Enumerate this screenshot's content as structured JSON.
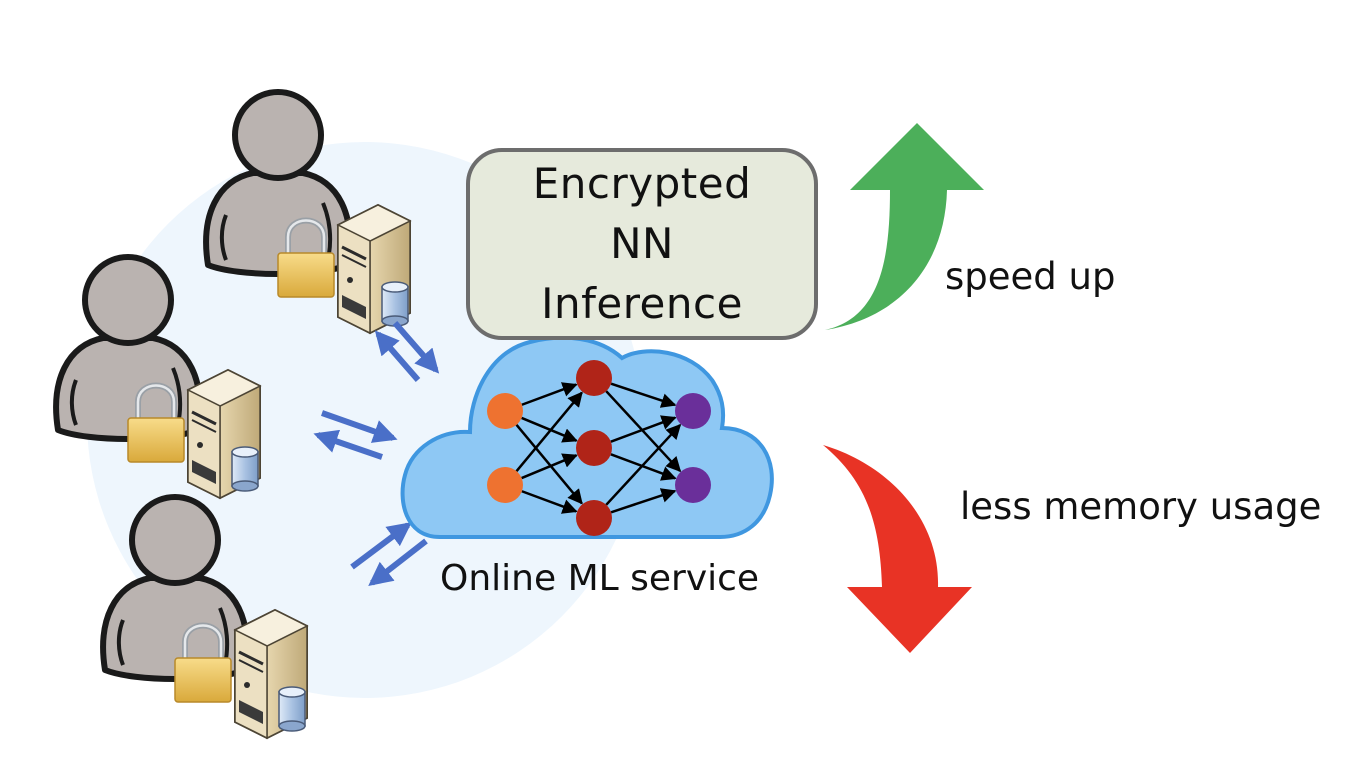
{
  "diagram": {
    "box": {
      "lines": [
        "Encrypted",
        "NN",
        "Inference"
      ]
    },
    "service_label": "Online ML service",
    "benefits": [
      {
        "label": "speed up",
        "direction": "up",
        "color": "#4caf5a"
      },
      {
        "label": "less memory usage",
        "direction": "down",
        "color": "#e83325"
      }
    ],
    "clients": [
      {
        "name": "client-1",
        "icons": [
          "user-icon",
          "lock-icon",
          "server-icon",
          "database-icon"
        ]
      },
      {
        "name": "client-2",
        "icons": [
          "user-icon",
          "lock-icon",
          "server-icon",
          "database-icon"
        ]
      },
      {
        "name": "client-3",
        "icons": [
          "user-icon",
          "lock-icon",
          "server-icon",
          "database-icon"
        ]
      }
    ],
    "network": {
      "layers": [
        {
          "name": "input",
          "nodes": 2,
          "color": "#ee7230"
        },
        {
          "name": "hidden",
          "nodes": 3,
          "color": "#b02418"
        },
        {
          "name": "output",
          "nodes": 2,
          "color": "#6a2f9a"
        }
      ]
    },
    "colors": {
      "background_region": "#eef6fd",
      "cloud_fill": "#8ec8f4",
      "cloud_stroke": "#3f97e0",
      "box_fill": "#e6eadc",
      "box_stroke": "#6d6d6d",
      "exchange_arrows": "#4a6fc8",
      "person_fill": "#bab3b0"
    }
  }
}
